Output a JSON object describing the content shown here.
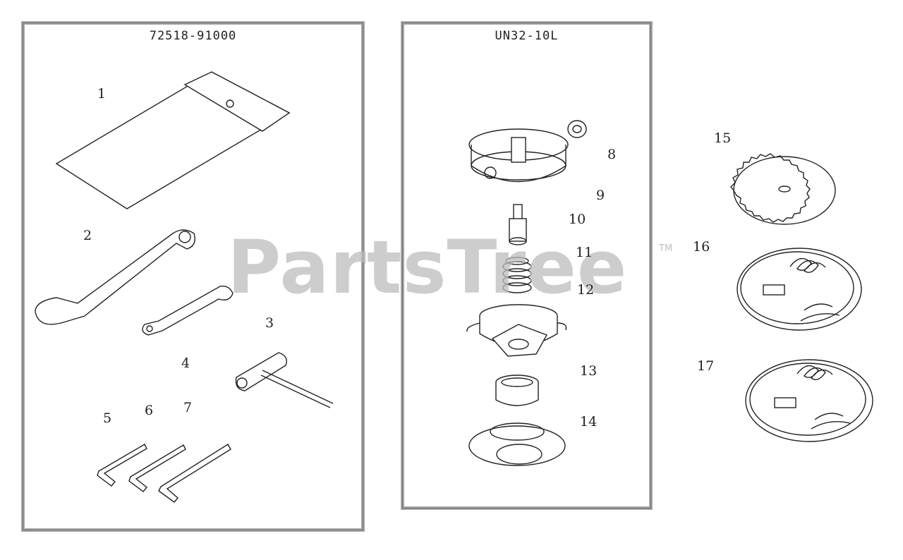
{
  "panels": {
    "left": {
      "title": "72518-91000"
    },
    "middle": {
      "title": "UN32-10L"
    }
  },
  "callouts": {
    "c1": "1",
    "c2": "2",
    "c3": "3",
    "c4": "4",
    "c5": "5",
    "c6": "6",
    "c7": "7",
    "c8": "8",
    "c9": "9",
    "c10": "10",
    "c11": "11",
    "c12": "12",
    "c13": "13",
    "c14": "14",
    "c15": "15",
    "c16": "16",
    "c17": "17"
  },
  "watermark": {
    "text": "PartsTree",
    "tm": "TM"
  }
}
